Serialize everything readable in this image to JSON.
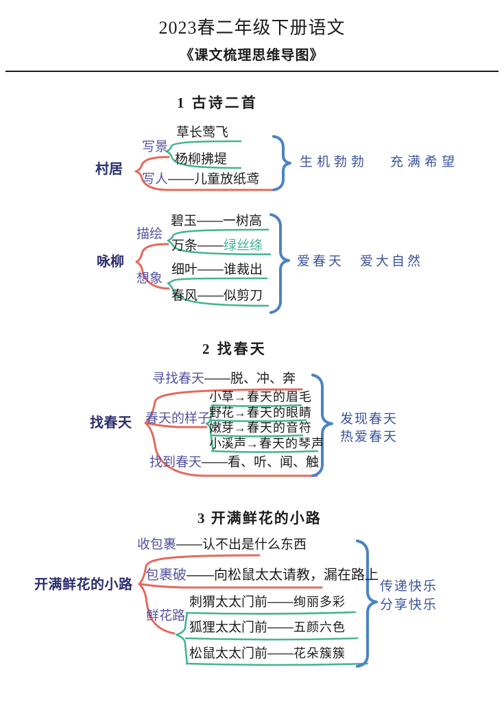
{
  "header": {
    "title": "2023春二年级下册语文",
    "subtitle": "《课文梳理思维导图》"
  },
  "s1": {
    "heading": "1 古诗二首",
    "cunju": {
      "topic": "村居",
      "scene_label": "写景",
      "scene_item1": "草长莺飞",
      "scene_item2": "杨柳拂堤",
      "person_label": "写人",
      "person_rest": "——儿童放纸鸢",
      "summary_a": "生机勃勃",
      "summary_b": "充满希望"
    },
    "yongliu": {
      "topic": "咏柳",
      "depict_label": "描绘",
      "depict_item1": "碧玉——一树高",
      "depict_item2_head": "万条——",
      "depict_item2_green": "绿丝绦",
      "imagine_label": "想象",
      "imagine_item1": "细叶——谁裁出",
      "imagine_item2": "春风——似剪刀",
      "summary_a": "爱春天",
      "summary_b": "爱大自然"
    }
  },
  "s2": {
    "heading": "2 找春天",
    "topic": "找春天",
    "find_label": "寻找春天",
    "find_rest": "——脱、冲、奔",
    "looks_label": "春天的样子",
    "looks_items": [
      {
        "head": "小草",
        "tail": "→春天的眉毛"
      },
      {
        "head": "野花",
        "tail": "→春天的眼睛"
      },
      {
        "head": "嫩芽",
        "tail": "→春天的音符"
      },
      {
        "head": "小溪声",
        "tail": "→春天的琴声"
      }
    ],
    "found_label": "找到春天",
    "found_rest": "——看、听、闻、触",
    "summary1": "发现春天",
    "summary2": "热爱春天"
  },
  "s3": {
    "heading": "3 开满鲜花的小路",
    "topic": "开满鲜花的小路",
    "receive_label": "收包裹",
    "receive_rest": "——认不出是什么东西",
    "broken_label": "包裹破",
    "broken_rest": "——向松鼠太太请教，漏在路上",
    "path_label": "鲜花路",
    "path_items": [
      {
        "head": "刺猬太太门前——",
        "tail": "绚丽多彩"
      },
      {
        "head": "狐狸太太门前——",
        "tail": "五颜六色"
      },
      {
        "head": "松鼠太太门前——",
        "tail": "花朵簇簇"
      }
    ],
    "summary1": "传递快乐",
    "summary2": "分享快乐"
  },
  "colors": {
    "ink": "#1c1c1c",
    "navy": "#2b2e6d",
    "purple": "#56549f",
    "blue": "#3b549c",
    "red": "#e5685c",
    "green": "#41b491",
    "brace": "#4b82c4"
  }
}
